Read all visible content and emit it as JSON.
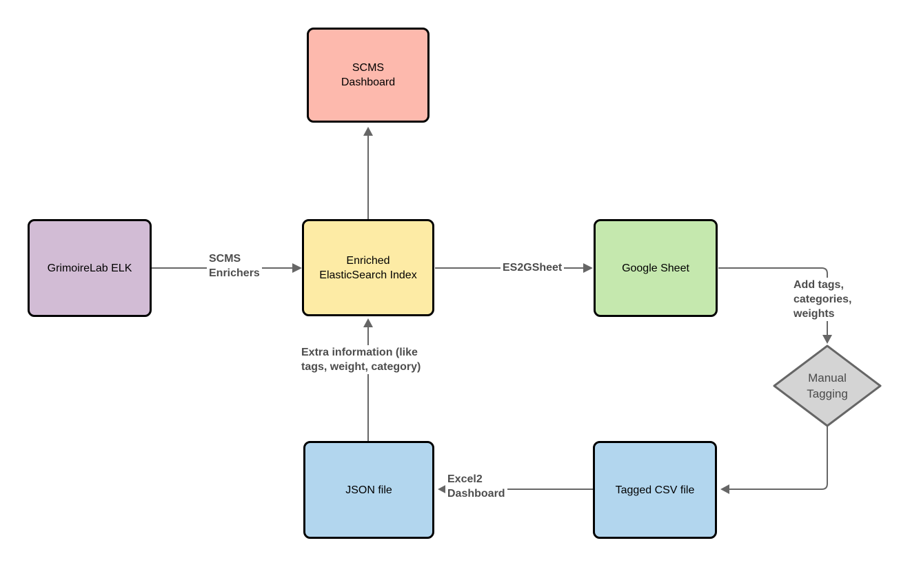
{
  "nodes": {
    "scms_dashboard": {
      "label": "SCMS\nDashboard",
      "color": "#FDB9AD",
      "shape": "rounded-rect"
    },
    "grimoirelab_elk": {
      "label": "GrimoireLab ELK",
      "color": "#D2BCD5",
      "shape": "rounded-rect"
    },
    "enriched_index": {
      "label": "Enriched\nElasticSearch Index",
      "color": "#FDEBA5",
      "shape": "rounded-rect"
    },
    "google_sheet": {
      "label": "Google Sheet",
      "color": "#C5E8AE",
      "shape": "rounded-rect"
    },
    "manual_tagging": {
      "label": "Manual\nTagging",
      "color": "#D4D4D4",
      "shape": "diamond"
    },
    "json_file": {
      "label": "JSON file",
      "color": "#B2D6EE",
      "shape": "rounded-rect"
    },
    "tagged_csv_file": {
      "label": "Tagged CSV file",
      "color": "#B2D6EE",
      "shape": "rounded-rect"
    }
  },
  "edges": {
    "scms_enrichers": {
      "label": "SCMS\nEnrichers",
      "from": "grimoirelab_elk",
      "to": "enriched_index"
    },
    "index_to_dashboard": {
      "label": "",
      "from": "enriched_index",
      "to": "scms_dashboard"
    },
    "es2gsheet": {
      "label": "ES2GSheet",
      "from": "enriched_index",
      "to": "google_sheet"
    },
    "add_tags": {
      "label": "Add tags,\ncategories,\nweights",
      "from": "google_sheet",
      "to": "manual_tagging"
    },
    "tagging_to_csv": {
      "label": "",
      "from": "manual_tagging",
      "to": "tagged_csv_file"
    },
    "excel2dashboard": {
      "label": "Excel2\nDashboard",
      "from": "tagged_csv_file",
      "to": "json_file"
    },
    "extra_information": {
      "label": "Extra information (like\ntags, weight, category)",
      "from": "json_file",
      "to": "enriched_index"
    }
  },
  "colors": {
    "background": "#ffffff",
    "connector": "#666666",
    "node_border": "#000000",
    "diamond_border": "#666666",
    "edge_label_text": "#4d4d4d",
    "node_text": "#000000"
  }
}
